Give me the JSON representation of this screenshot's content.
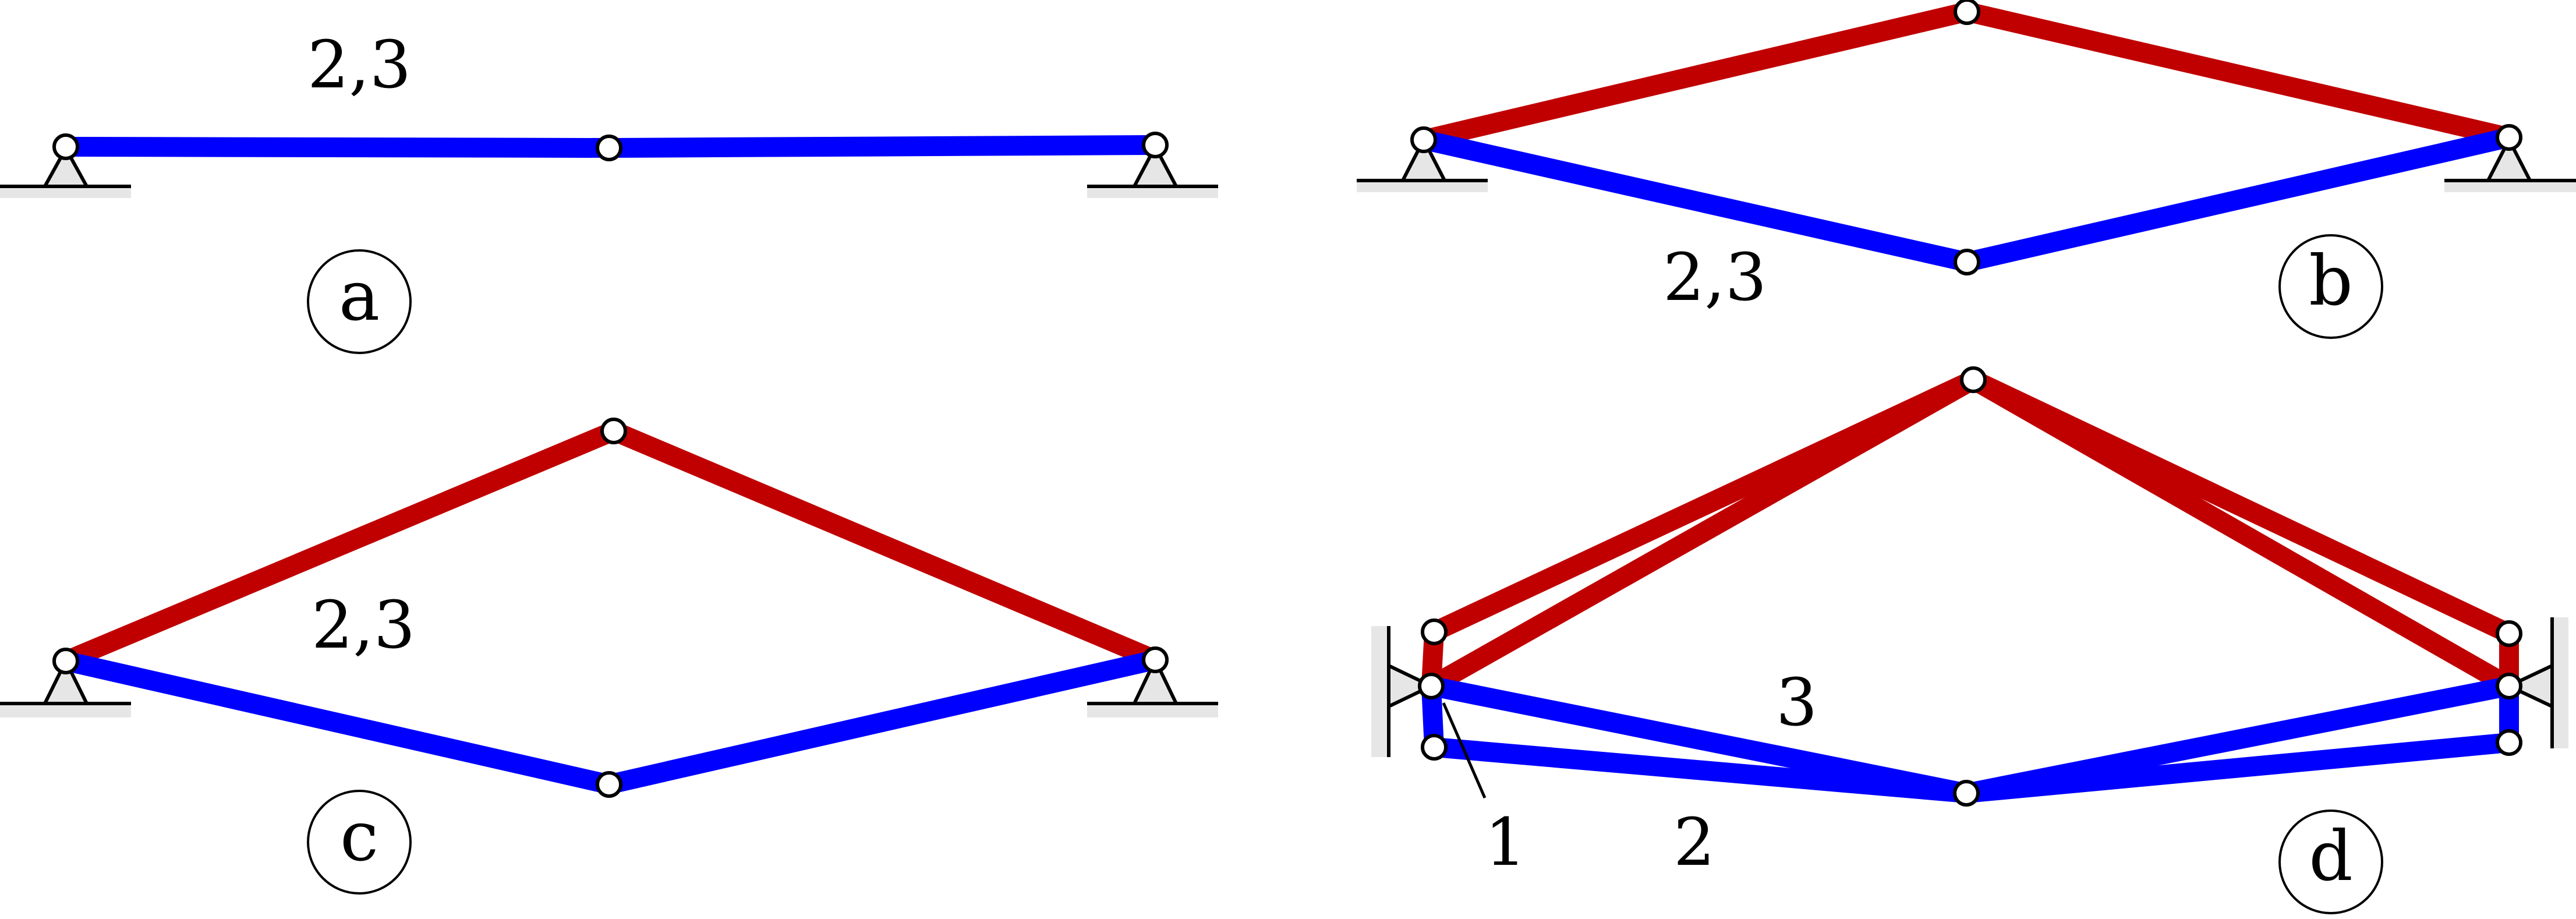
{
  "colors": {
    "tension": "#c00000",
    "compression": "#0000ff",
    "node_fill": "#ffffff",
    "outline": "#000000",
    "ground_fill": "#e6e6e6"
  },
  "panels": {
    "a": {
      "label": "a",
      "annotations": [
        "2,3"
      ]
    },
    "b": {
      "label": "b",
      "annotations": [
        "2,3"
      ]
    },
    "c": {
      "label": "c",
      "annotations": [
        "2,3"
      ]
    },
    "d": {
      "label": "d",
      "annotations": [
        "3",
        "1",
        "2"
      ]
    }
  }
}
